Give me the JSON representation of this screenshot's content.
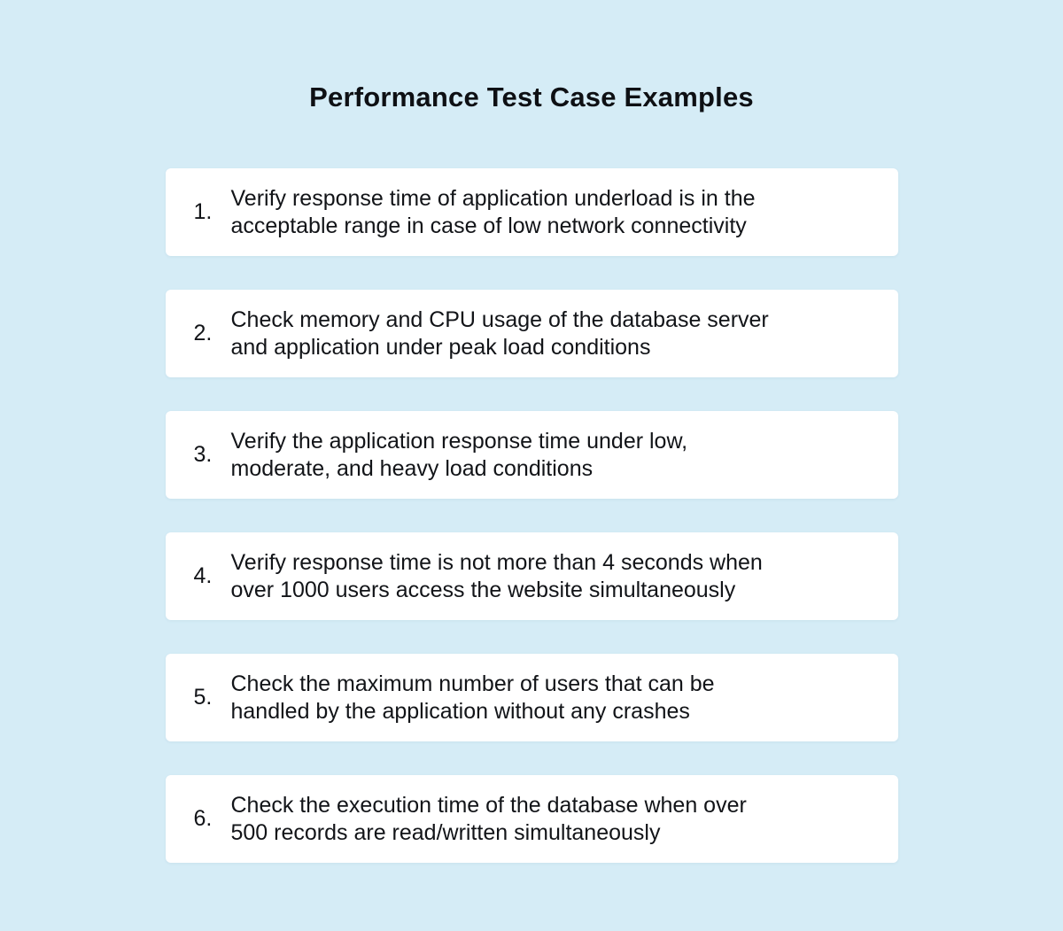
{
  "colors": {
    "background": "#d5ecf6",
    "card": "#ffffff",
    "text": "#121418"
  },
  "title": "Performance Test Case Examples",
  "items": [
    {
      "number": "1.",
      "text": "Verify response time of application underload is in the acceptable range in case of low network connectivity",
      "lines": [
        "Verify response time of application underload is in the",
        "acceptable range in case of low network connectivity"
      ]
    },
    {
      "number": "2.",
      "text": "Check memory and CPU usage of the database server and application under peak load conditions",
      "lines": [
        "Check memory and CPU usage of the database server",
        "and application under peak load conditions"
      ]
    },
    {
      "number": "3.",
      "text": "Verify the application response time under low, moderate, and heavy load conditions",
      "lines": [
        "Verify the application response time under low,",
        "moderate, and heavy load conditions"
      ]
    },
    {
      "number": "4.",
      "text": "Verify response time is not more than 4 seconds when over 1000 users access the website simultaneously",
      "lines": [
        "Verify response time is not more than 4 seconds when",
        "over 1000 users access the website simultaneously"
      ]
    },
    {
      "number": "5.",
      "text": "Check the maximum number of users that can be handled by the application without any crashes",
      "lines": [
        "Check the maximum number of users that can be",
        "handled by the application without any crashes"
      ]
    },
    {
      "number": "6.",
      "text": "Check the execution time of the database when over 500 records are read/written simultaneously",
      "lines": [
        "Check the execution time of the database when over",
        "500 records are read/written simultaneously"
      ]
    }
  ]
}
